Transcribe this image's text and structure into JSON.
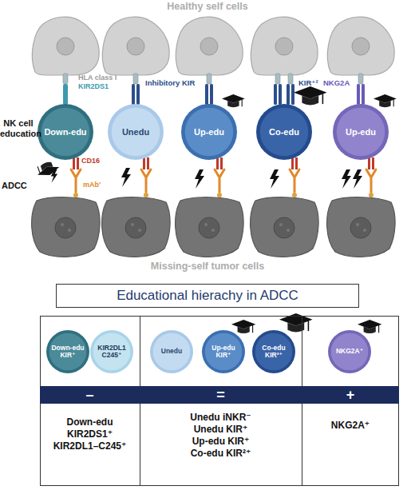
{
  "diagram": {
    "nodes": [
      {
        "text": [
          "Down-edu"
        ]
      },
      {
        "text": [
          "Unedu"
        ]
      },
      {
        "text": [
          "Up-edu"
        ]
      },
      {
        "text": [
          "Co-edu"
        ]
      },
      {
        "text": [
          "Up-edu"
        ]
      },
      {
        "text": [
          "Educational hierachy in ADCC"
        ]
      },
      {
        "text": [
          "–",
          "Down-edu",
          "KIR2DS1⁺",
          "KIR2DL1–C245⁺"
        ]
      },
      {
        "text": [
          "Down-edu KIR⁺"
        ],
        "in": 6
      },
      {
        "text": [
          "KIR2DL1 C245⁺"
        ],
        "in": 6
      },
      {
        "text": [
          "=",
          "Unedu iNKR⁻",
          "Unedu KIR⁺",
          "Up-edu KIR⁺",
          "Co-edu KIR²⁺"
        ]
      },
      {
        "text": [
          "Unedu"
        ],
        "in": 9
      },
      {
        "text": [
          "Up-edu KIR⁺"
        ],
        "in": 9
      },
      {
        "text": [
          "Co-edu KIR²⁺"
        ],
        "in": 9
      },
      {
        "text": [
          "+",
          "NKG2A⁺"
        ]
      },
      {
        "text": [
          "NKG2A⁺"
        ],
        "in": 13
      }
    ],
    "labels": [
      "Healthy self cells",
      "HLA class I",
      "KIR2DS1",
      "Inhibitory KIR",
      "KIR⁺²",
      "NKG2A",
      "NK cell education",
      "CD16",
      "ADCC",
      "mAb'",
      "Missing-self tumor cells"
    ]
  }
}
